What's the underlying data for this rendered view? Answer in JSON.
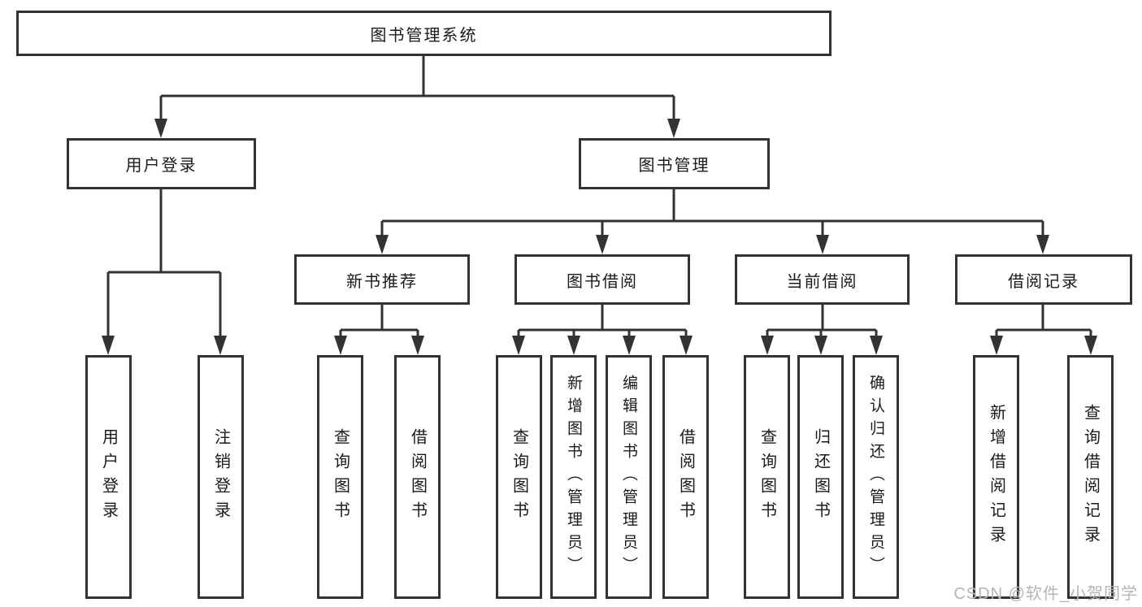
{
  "diagram": {
    "root": {
      "label": "图书管理系统",
      "children": [
        {
          "label": "用户登录",
          "children": [
            {
              "label": "用户登录"
            },
            {
              "label": "注销登录"
            }
          ]
        },
        {
          "label": "图书管理",
          "children": [
            {
              "label": "新书推荐",
              "children": [
                {
                  "label": "查询图书"
                },
                {
                  "label": "借阅图书"
                }
              ]
            },
            {
              "label": "图书借阅",
              "children": [
                {
                  "label": "查询图书"
                },
                {
                  "label": "新增图书（管理员）"
                },
                {
                  "label": "编辑图书（管理员）"
                },
                {
                  "label": "借阅图书"
                }
              ]
            },
            {
              "label": "当前借阅",
              "children": [
                {
                  "label": "查询图书"
                },
                {
                  "label": "归还图书"
                },
                {
                  "label": "确认归还（管理员）"
                }
              ]
            },
            {
              "label": "借阅记录",
              "children": [
                {
                  "label": "新增借阅记录"
                },
                {
                  "label": "查询借阅记录"
                }
              ]
            }
          ]
        }
      ]
    },
    "watermark": "CSDN @软件_小贺同学",
    "colors": {
      "line": "#333333",
      "text": "#1a1a1a",
      "watermark": "#b5b5b5",
      "background": "#ffffff"
    }
  }
}
